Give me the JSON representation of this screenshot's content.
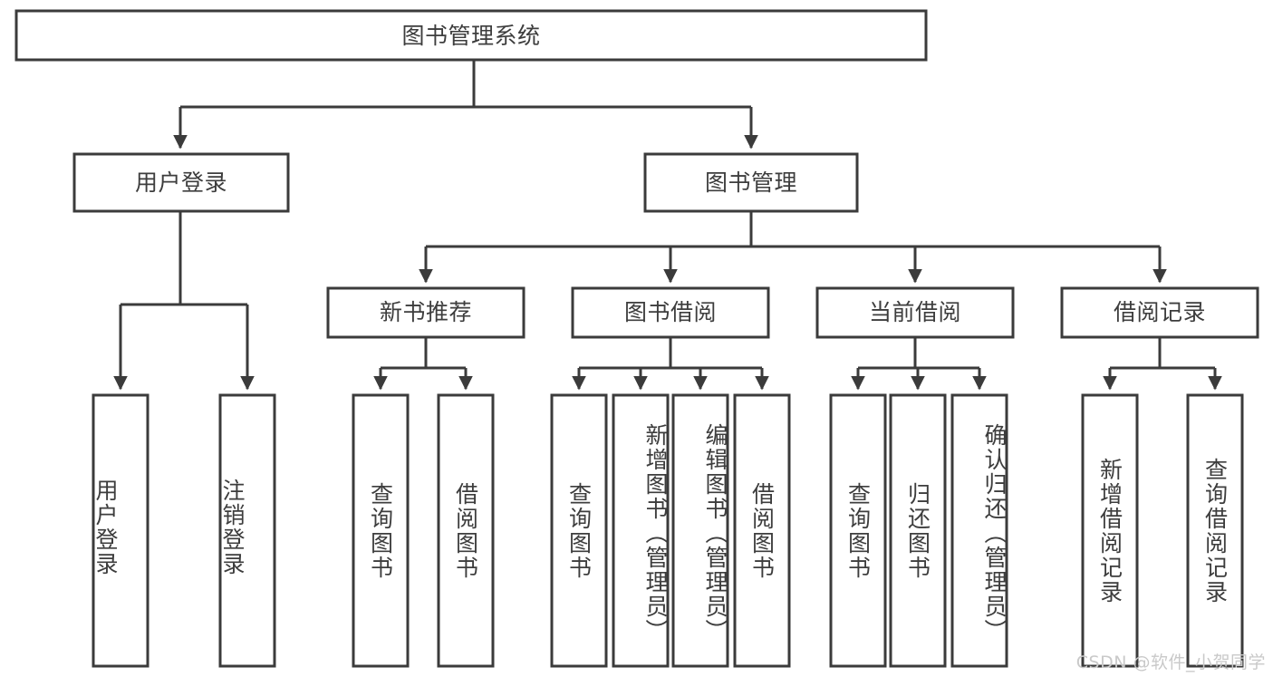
{
  "diagram": {
    "title": "图书管理系统",
    "type": "tree-hierarchy-chart",
    "background_color": "#ffffff",
    "box_stroke_color": "#3b3b3b",
    "text_color": "#3d3d3d",
    "connector_color": "#3b3b3b"
  },
  "nodes": {
    "root": {
      "label": "图书管理系统"
    },
    "level2": [
      {
        "label": "用户登录"
      },
      {
        "label": "图书管理"
      }
    ],
    "level3": [
      {
        "label": "新书推荐"
      },
      {
        "label": "图书借阅"
      },
      {
        "label": "当前借阅"
      },
      {
        "label": "借阅记录"
      }
    ],
    "leaves_user_login": [
      {
        "label": "用户登录"
      },
      {
        "label": "注销登录"
      }
    ],
    "leaves_new_book": [
      {
        "label": "查询图书"
      },
      {
        "label": "借阅图书"
      }
    ],
    "leaves_borrow": [
      {
        "label": "查询图书"
      },
      {
        "label": "新增图书（管理员）"
      },
      {
        "label": "编辑图书（管理员）"
      },
      {
        "label": "借阅图书"
      }
    ],
    "leaves_current": [
      {
        "label": "查询图书"
      },
      {
        "label": "归还图书"
      },
      {
        "label": "确认归还（管理员）"
      }
    ],
    "leaves_records": [
      {
        "label": "新增借阅记录"
      },
      {
        "label": "查询借阅记录"
      }
    ]
  },
  "watermark": {
    "text": "CSDN @软件_小贺同学",
    "color": "#c9c9c9"
  }
}
